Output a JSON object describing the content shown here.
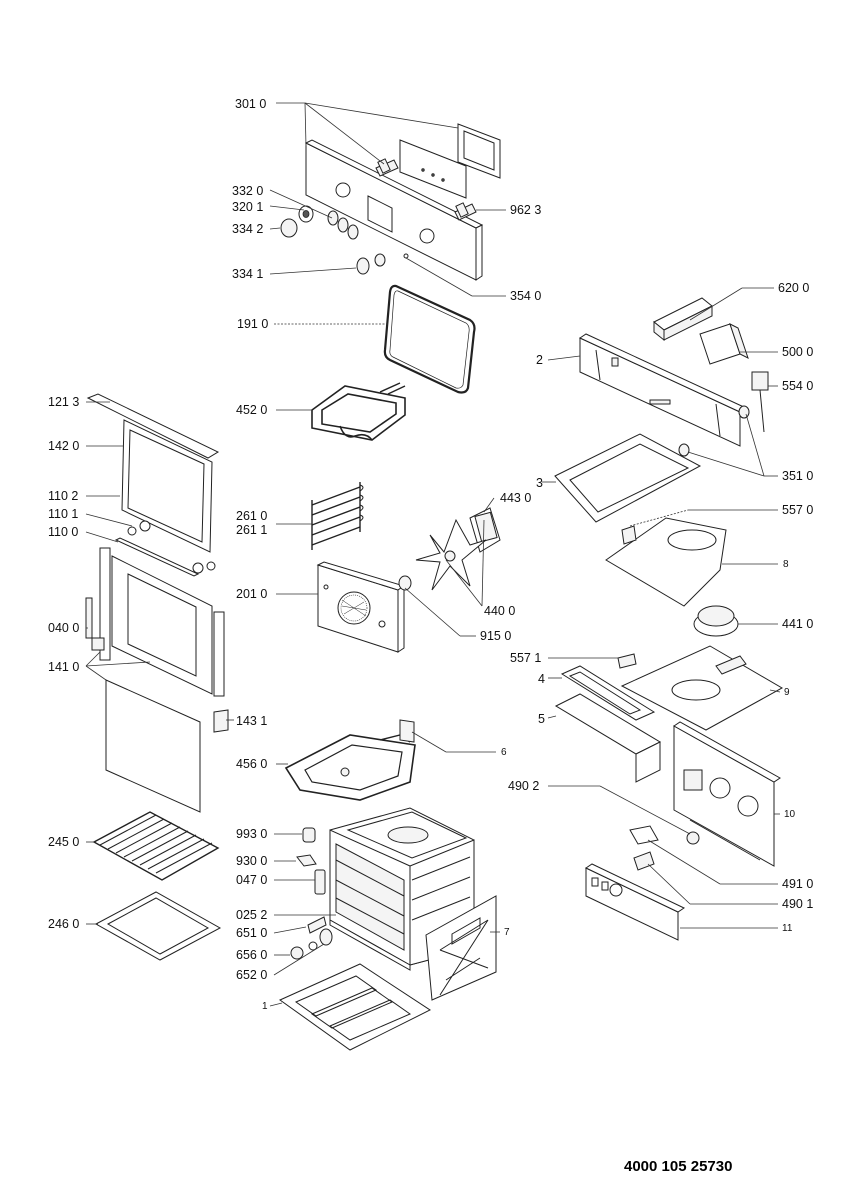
{
  "labels": {
    "p3010": "301 0",
    "p3320": "332 0",
    "p3201": "320 1",
    "p3342": "334 2",
    "p9623": "962 3",
    "p3341": "334 1",
    "p3540": "354 0",
    "p1910": "191 0",
    "p6200": "620 0",
    "p5000": "500 0",
    "p5540": "554 0",
    "p2": "2",
    "p1213": "121 3",
    "p4520": "452 0",
    "p1420": "142 0",
    "p3510": "351 0",
    "p3": "3",
    "p4430": "443 0",
    "p1102": "110 2",
    "p2610": "261 0",
    "p1101": "110 1",
    "p2611": "261 1",
    "p5570": "557 0",
    "p1100": "110 0",
    "p8": "8",
    "p2010": "201 0",
    "p4400": "440 0",
    "p0400": "040 0",
    "p4410": "441 0",
    "p9150": "915 0",
    "p1410": "141 0",
    "p5571": "557 1",
    "p4": "4",
    "p9": "9",
    "p1431": "143 1",
    "p5": "5",
    "p6": "6",
    "p4560": "456 0",
    "p10": "10",
    "p4902": "490 2",
    "p2450": "245 0",
    "p9930": "993 0",
    "p9300": "930 0",
    "p4910": "491 0",
    "p0470": "047 0",
    "p4901": "490 1",
    "p0252": "025 2",
    "p2460": "246 0",
    "p6510": "651 0",
    "p7": "7",
    "p11": "11",
    "p6560": "656 0",
    "p6520": "652 0",
    "p1": "1"
  },
  "document_number": "4000 105 25730"
}
